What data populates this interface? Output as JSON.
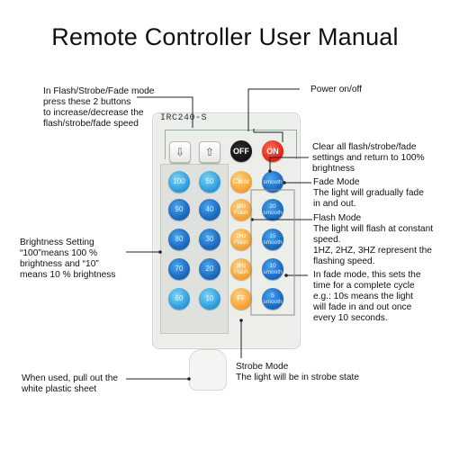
{
  "title": "Remote Controller User Manual",
  "model": "IRC240-S",
  "buttons": {
    "down": "⇩",
    "up": "⇧",
    "off": "OFF",
    "on": "ON",
    "clear": "Clear",
    "smooth": "smooth",
    "flash1": [
      "1Hz",
      "Flash"
    ],
    "flash2": [
      "2Hz",
      "Flash"
    ],
    "flash3": [
      "3Hz",
      "Flash"
    ],
    "ff": "FF",
    "brightness": [
      "100",
      "50",
      "90",
      "40",
      "80",
      "30",
      "70",
      "20",
      "60",
      "10"
    ],
    "fade_times": [
      [
        "20",
        "smooth"
      ],
      [
        "15",
        "smooth"
      ],
      [
        "10",
        "smooth"
      ],
      [
        "5",
        "smooth"
      ]
    ]
  },
  "notes": {
    "flash_mode": [
      "In Flash/Strobe/Fade mode",
      "press these 2 buttons",
      "to increase/decrease the",
      "flash/strobe/fade speed"
    ],
    "power": "Power on/off",
    "clear": [
      "Clear all flash/strobe/fade",
      "settings and return to 100%",
      "brightness"
    ],
    "fade": [
      "Fade Mode",
      "The light will gradually fade",
      "in and out."
    ],
    "flash": [
      "Flash Mode",
      "The light will flash at constant",
      "speed.",
      "1HZ, 2HZ, 3HZ represent the",
      "flashing speed."
    ],
    "cycle": [
      "In fade mode, this sets the",
      "time for a complete cycle",
      "e.g.: 10s means the light",
      "will fade in and out once",
      "every 10 seconds."
    ],
    "brightness": [
      "Brightness Setting",
      "“100”means 100 %",
      "brightness and “10”",
      "means 10 % brightness"
    ],
    "sheet": [
      "When used,  pull out the",
      "white plastic sheet"
    ],
    "strobe": [
      "Strobe Mode",
      "The light will be in strobe state"
    ]
  }
}
